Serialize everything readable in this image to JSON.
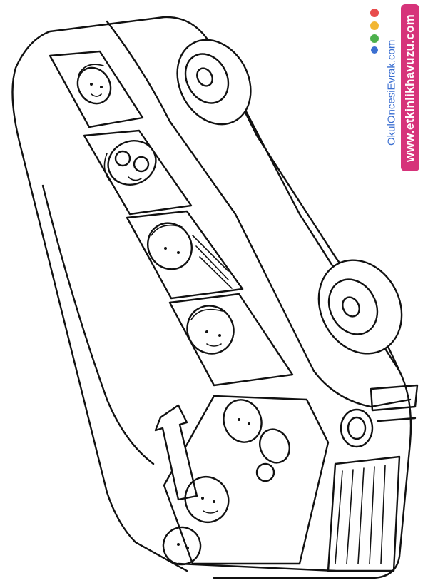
{
  "watermark": {
    "site_primary": "www.etkinlikhavuzu.com",
    "site_secondary": "OkulOncesiEvrak.com",
    "primary_color": "#d6337a",
    "secondary_color": "#3b6fd1"
  },
  "illustration": {
    "subject": "school-bus-coloring-page",
    "passenger_count": 7
  }
}
